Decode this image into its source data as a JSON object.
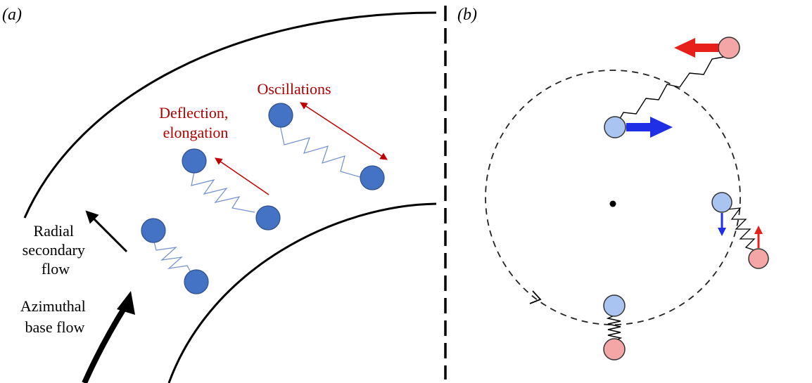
{
  "panel_a": {
    "label": "(a)",
    "annotations": {
      "oscillations": "Oscillations",
      "deflection_line1": "Deflection,",
      "deflection_line2": "elongation",
      "radial_line1": "Radial",
      "radial_line2": "secondary",
      "radial_line3": "flow",
      "azimuthal_line1": "Azimuthal",
      "azimuthal_line2": "base flow"
    }
  },
  "panel_b": {
    "label": "(b)"
  },
  "colors": {
    "bead_dark_blue": "#4472c4",
    "bead_light_blue": "#a9c4f0",
    "bead_light_red": "#f4a6a6",
    "arrow_red": "#e8201c",
    "arrow_blue": "#1f2fe6",
    "annotation_red": "#b00000",
    "spring_blue": "#6f8fce"
  }
}
